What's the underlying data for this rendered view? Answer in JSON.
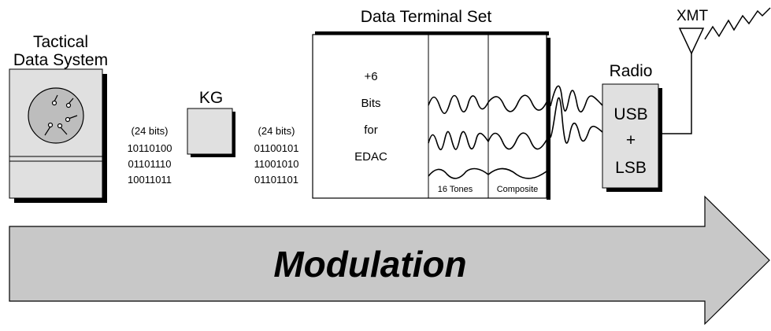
{
  "tds": {
    "title_line1": "Tactical",
    "title_line2": "Data System"
  },
  "kg": {
    "title": "KG"
  },
  "bits_in": {
    "count": "(24 bits)",
    "row1": "10110100",
    "row2": "01101110",
    "row3": "10011011"
  },
  "bits_out": {
    "count": "(24 bits)",
    "row1": "01100101",
    "row2": "11001010",
    "row3": "01101101"
  },
  "dts": {
    "title": "Data Terminal Set",
    "edac_line1": "+6",
    "edac_line2": "Bits",
    "edac_line3": "for",
    "edac_line4": "EDAC",
    "tones_label": "16 Tones",
    "composite_label": "Composite"
  },
  "radio": {
    "title": "Radio",
    "usb": "USB",
    "plus": "+",
    "lsb": "LSB"
  },
  "antenna": {
    "label": "XMT"
  },
  "arrow": {
    "label": "Modulation",
    "fill_color": "#c8c8c8"
  },
  "colors": {
    "device_fill": "#e0e0e0",
    "dial_fill": "#bdbdbd",
    "line": "#000000"
  }
}
